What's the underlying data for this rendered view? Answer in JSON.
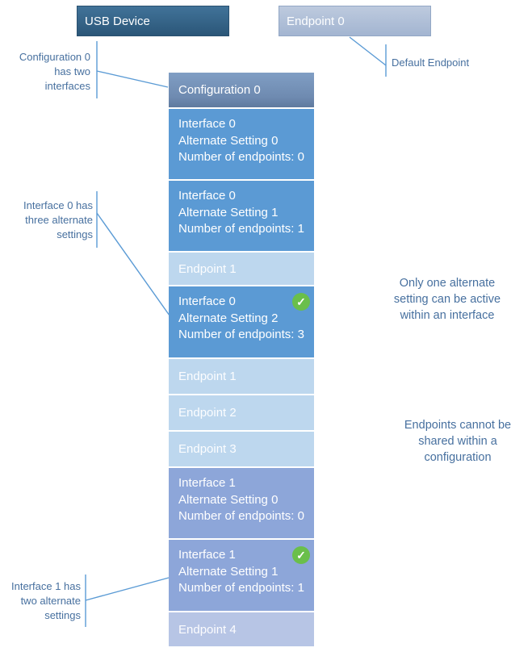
{
  "top_boxes": {
    "usb_device": "USB Device",
    "endpoint0": "Endpoint 0"
  },
  "callouts": {
    "configuration": {
      "lines": [
        "Configuration 0",
        "has two",
        "interfaces"
      ]
    },
    "interface0": {
      "lines": [
        "Interface 0 has",
        "three alternate",
        "settings"
      ]
    },
    "interface1": {
      "lines": [
        "Interface 1 has",
        "two alternate",
        "settings"
      ]
    },
    "default_endpoint": {
      "lines": [
        "Default Endpoint"
      ]
    },
    "alternate_setting": {
      "lines": [
        "Only one alternate",
        "setting can be active",
        "within an interface"
      ]
    },
    "endpoints_shared": {
      "lines": [
        "Endpoints cannot be",
        "shared within a",
        "configuration"
      ]
    }
  },
  "configuration_column": {
    "header": "Configuration 0",
    "blocks": [
      {
        "kind": "interface",
        "lines": [
          "Interface 0",
          "Alternate Setting 0",
          "Number of endpoints: 0"
        ],
        "active": false
      },
      {
        "kind": "interface",
        "lines": [
          "Interface 0",
          "Alternate Setting 1",
          "Number of endpoints: 1"
        ],
        "active": false
      },
      {
        "kind": "endpoint",
        "label": "Endpoint 1"
      },
      {
        "kind": "interface",
        "lines": [
          "Interface 0",
          "Alternate Setting 2",
          "Number of endpoints: 3"
        ],
        "active": true
      },
      {
        "kind": "endpoint",
        "label": "Endpoint 1"
      },
      {
        "kind": "endpoint",
        "label": "Endpoint 2"
      },
      {
        "kind": "endpoint",
        "label": "Endpoint 3"
      },
      {
        "kind": "interface",
        "lines": [
          "Interface 1",
          "Alternate Setting 0",
          "Number of endpoints: 0"
        ],
        "active": false
      },
      {
        "kind": "interface",
        "lines": [
          "Interface 1",
          "Alternate Setting 1",
          "Number of endpoints: 1"
        ],
        "active": true
      },
      {
        "kind": "endpoint",
        "label": "Endpoint 4"
      }
    ]
  },
  "icons": {
    "active_check": "✓"
  },
  "colors": {
    "usb_box": "#2e5c82",
    "endpoint0_box": "#aebfd6",
    "config_header": "#7493ba",
    "interface0_block": "#5b9ad4",
    "interface1_block": "#8da6d9",
    "endpoint_block": "#bdd7ee",
    "endpoint4_block": "#b7c5e5",
    "active_check": "#6abf4b",
    "annotation_text": "#47709f",
    "connector_line": "#5b9bd5"
  }
}
